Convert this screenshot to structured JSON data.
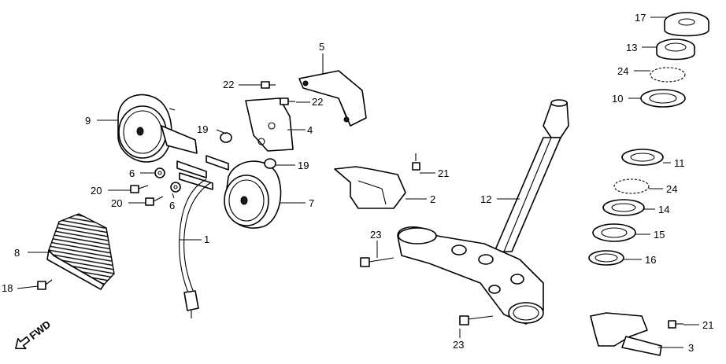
{
  "callouts": {
    "c1": "1",
    "c2": "2",
    "c3": "3",
    "c4": "4",
    "c5": "5",
    "c6a": "6",
    "c6b": "6",
    "c7": "7",
    "c8": "8",
    "c9": "9",
    "c10": "10",
    "c11": "11",
    "c12": "12",
    "c13": "13",
    "c14": "14",
    "c15": "15",
    "c16": "16",
    "c17": "17",
    "c18": "18",
    "c19a": "19",
    "c19b": "19",
    "c20a": "20",
    "c20b": "20",
    "c21a": "21",
    "c21b": "21",
    "c22a": "22",
    "c22b": "22",
    "c23a": "23",
    "c23b": "23",
    "c24a": "24",
    "c24b": "24"
  },
  "direction_marker": "FWD"
}
